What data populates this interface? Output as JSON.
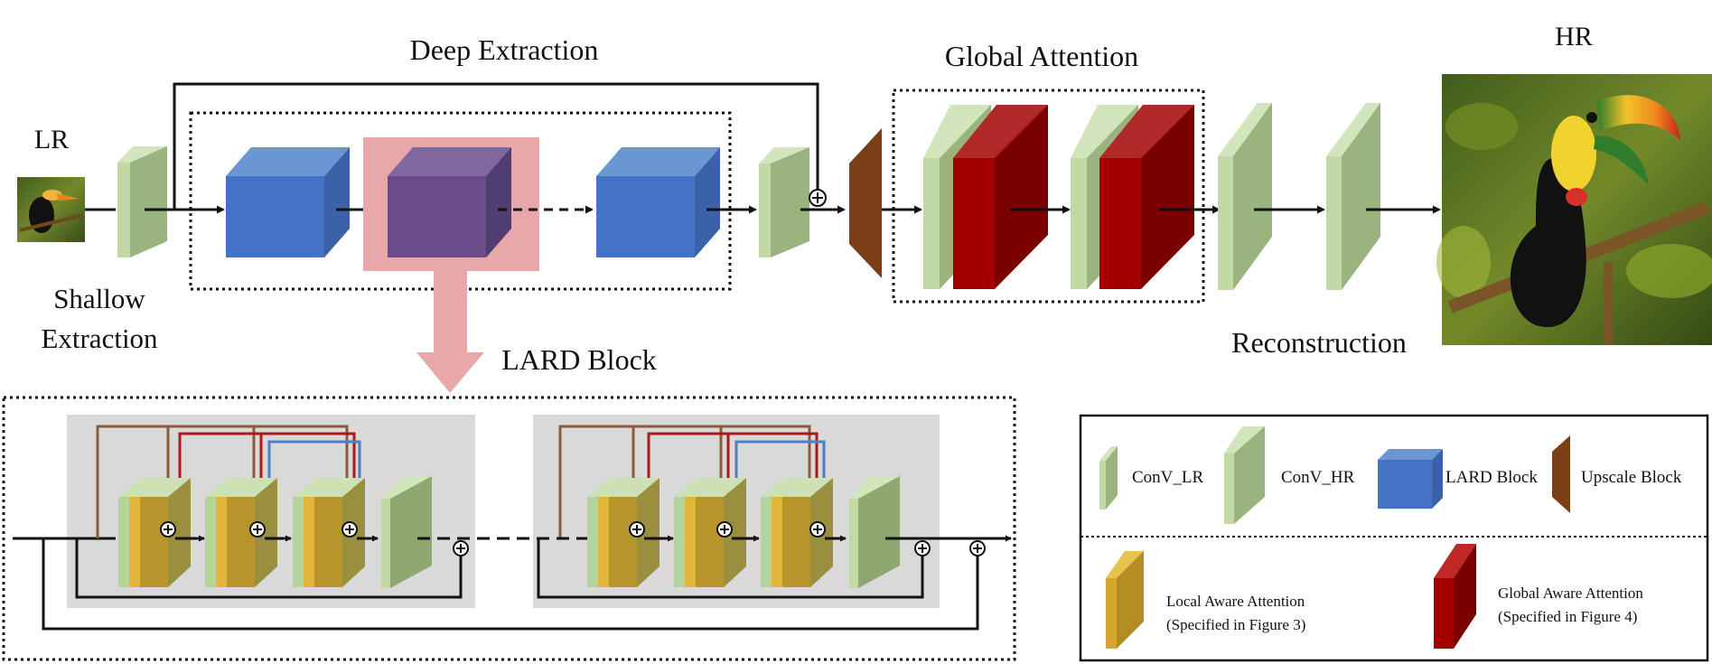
{
  "colors": {
    "conv": "#9bb37c",
    "conv_front": "#c1daa4",
    "lard_blue": "#4472c4",
    "lard_highlight": "#e8a8aa",
    "lard_purple": "#6a4c8a",
    "upscale": "#7a3f17",
    "global_red": "#a50000",
    "local_yellow": "#d4a72c",
    "block_bg": "#d9d9d9",
    "arrow_brown": "#8b5a3c",
    "arrow_red": "#b01818",
    "arrow_blue": "#4f7fc0"
  },
  "labels": {
    "lr": "LR",
    "hr": "HR",
    "shallow_1": "Shallow",
    "shallow_2": "Extraction",
    "deep": "Deep Extraction",
    "global": "Global Attention",
    "reconstruction": "Reconstruction",
    "lard_block": "LARD Block"
  },
  "legend": {
    "conv_lr": "ConV_LR",
    "conv_hr": "ConV_HR",
    "lard": "LARD Block",
    "upscale": "Upscale Block",
    "local_1": "Local Aware Attention",
    "local_2": "(Specified in Figure 3)",
    "global_1": "Global Aware Attention",
    "global_2": "(Specified in Figure 4)"
  },
  "images": {
    "lr": "small low-resolution toucan photo",
    "hr": "high-resolution toucan on branch photo"
  }
}
